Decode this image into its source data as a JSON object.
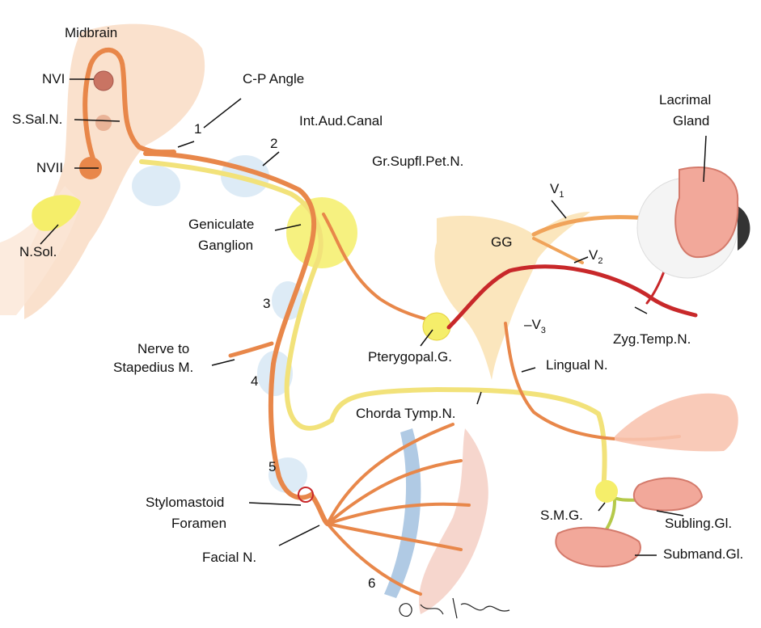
{
  "labels": {
    "midbrain": "Midbrain",
    "nvi": "NVI",
    "ssaln": "S.Sal.N.",
    "nvii": "NVII",
    "nsol": "N.Sol.",
    "cp_angle": "C-P Angle",
    "int_aud_canal": "Int.Aud.Canal",
    "gr_supfl_pet": "Gr.Supfl.Pet.N.",
    "geniculate": "Geniculate",
    "ganglion": "Ganglion",
    "gg": "GG",
    "v1_main": "V",
    "v1_sub": "1",
    "v2_main": "V",
    "v2_sub": "2",
    "v3_main": "–V",
    "v3_sub": "3",
    "lacrimal": "Lacrimal",
    "gland": "Gland",
    "zyg_temp": "Zyg.Temp.N.",
    "pterygopal": "Pterygopal.G.",
    "lingual": "Lingual N.",
    "nerve_to": "Nerve to",
    "stapedius": "Stapedius M.",
    "chorda": "Chorda Tymp.N.",
    "stylomastoid": "Stylomastoid",
    "foramen": "Foramen",
    "facial": "Facial N.",
    "smg": "S.M.G.",
    "subling": "Subling.Gl.",
    "submand": "Submand.Gl."
  },
  "segments": [
    "1",
    "2",
    "3",
    "4",
    "5",
    "6"
  ],
  "colors": {
    "nerve_orange": "#e8874a",
    "nerve_red": "#c8282a",
    "nerve_yellow": "#f2e27a",
    "brainstem": "#f9dcc4",
    "ganglion_yellow": "#f5ee6a",
    "segment_blue": "#cfe2f2",
    "gland_pink": "#f2a89a"
  }
}
